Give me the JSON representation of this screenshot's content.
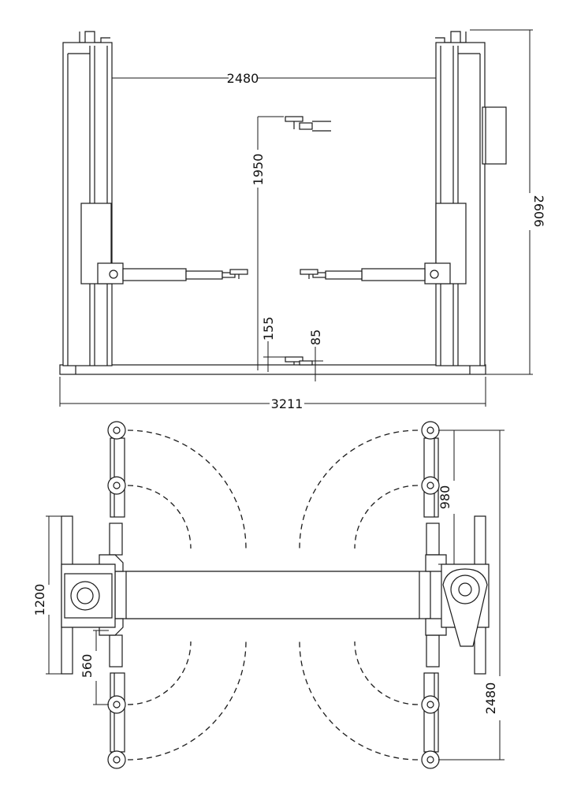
{
  "front_view": {
    "dimensions": {
      "column_spacing": "2480",
      "max_lift_height": "1950",
      "total_height": "2606",
      "overall_width": "3211",
      "min_pad_height": "155",
      "base_plate_height": "85"
    }
  },
  "top_view": {
    "dimensions": {
      "arm_spacing": "980",
      "plate_width": "1200",
      "arm_offset": "560",
      "column_inner_spacing": "2480"
    }
  }
}
